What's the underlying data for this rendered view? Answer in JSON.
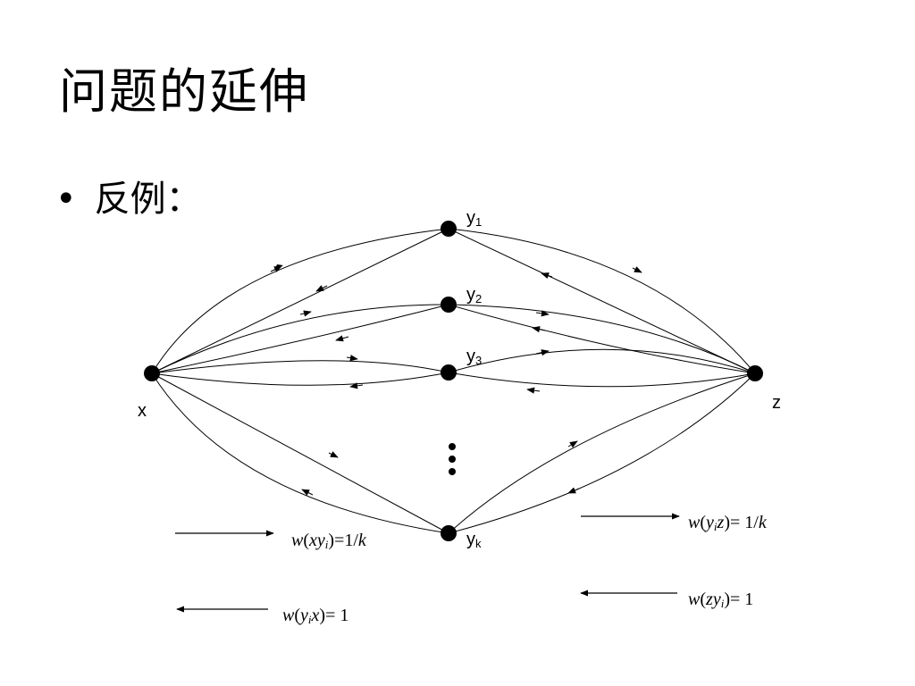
{
  "slide": {
    "title": "问题的延伸",
    "bullet": "反例："
  },
  "graph": {
    "nodes": [
      {
        "id": "x",
        "label": "x",
        "subscript": ""
      },
      {
        "id": "z",
        "label": "z",
        "subscript": ""
      },
      {
        "id": "y1",
        "label": "y",
        "subscript": "1"
      },
      {
        "id": "y2",
        "label": "y",
        "subscript": "2"
      },
      {
        "id": "y3",
        "label": "y",
        "subscript": "3"
      },
      {
        "id": "yk",
        "label": "y",
        "subscript": "k"
      }
    ],
    "ellipsis": "vertical-dots"
  },
  "legend": {
    "xyi": {
      "w": "w",
      "open": "(",
      "a": "x",
      "b": "y",
      "i": "i",
      "close": ")=1/",
      "k": "k"
    },
    "yix": {
      "w": "w",
      "open": "(",
      "a": "y",
      "i": "i",
      "b": "x",
      "close": ")= 1"
    },
    "yiz": {
      "w": "w",
      "open": "(",
      "a": "y",
      "i": "i",
      "b": "z",
      "close": ")= 1/",
      "k": "k"
    },
    "zyi": {
      "w": "w",
      "open": "(",
      "a": "z",
      "b": "y",
      "i": "i",
      "close": ")= 1"
    }
  }
}
